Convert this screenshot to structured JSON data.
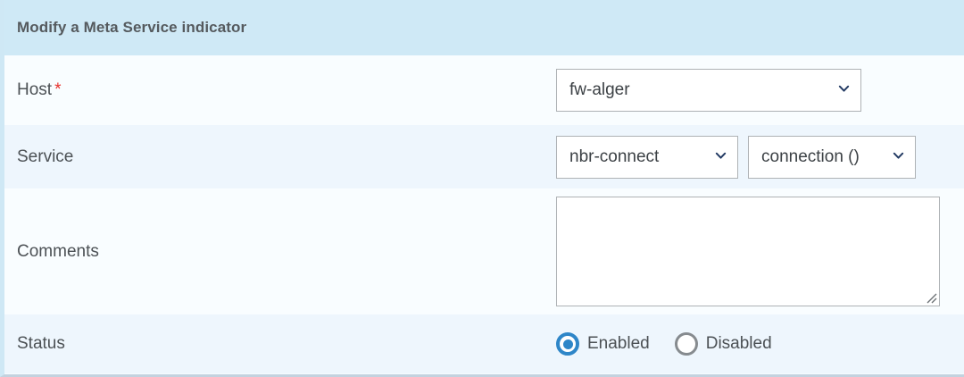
{
  "header": {
    "title": "Modify a Meta Service indicator"
  },
  "form": {
    "rows": [
      {
        "label": "Host",
        "required_marker": "*",
        "field_type": "select",
        "value": "fw-alger"
      },
      {
        "label": "Service",
        "field_type": "select-pair",
        "value": "nbr-connect",
        "value2": "connection ()"
      },
      {
        "label": "Comments",
        "field_type": "textarea",
        "value": "",
        "placeholder": ""
      },
      {
        "label": "Status",
        "field_type": "radio",
        "options": [
          {
            "label": "Enabled",
            "selected": true
          },
          {
            "label": "Disabled",
            "selected": false
          }
        ]
      }
    ]
  },
  "icons": {
    "chevron_down": "chevron-down-icon",
    "resize_grip": "resize-grip-icon"
  },
  "colors": {
    "header_bg": "#cfe9f6",
    "row_tint_a": "#f9fdff",
    "row_tint_b": "#eef6fd",
    "accent_blue": "#2e86c8",
    "required_red": "#e8302b",
    "chevron_navy": "#223a63",
    "border_gray": "#aeb2b5",
    "text_gray": "#4c5155"
  }
}
